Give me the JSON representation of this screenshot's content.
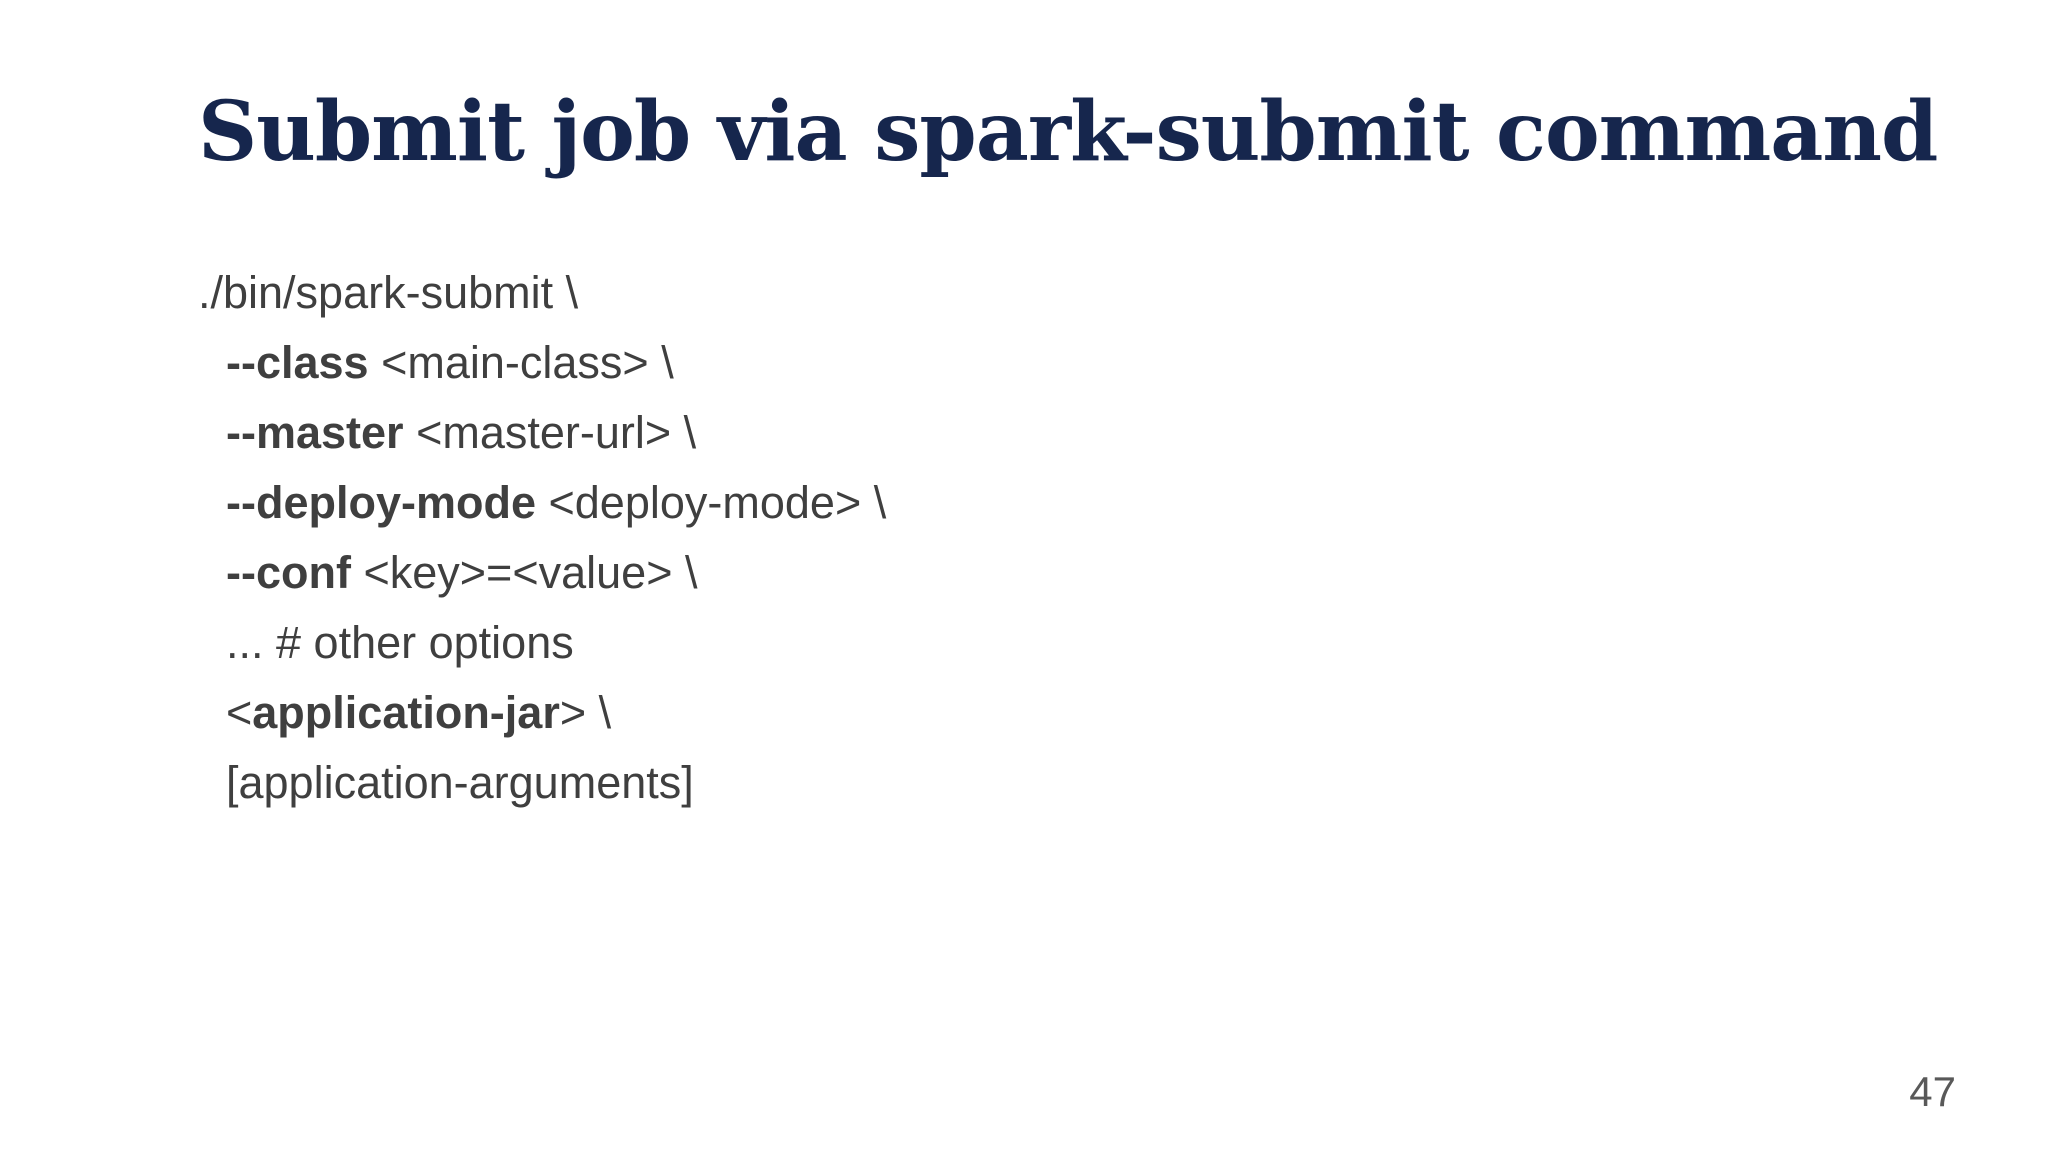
{
  "slide": {
    "title": "Submit job via spark-submit command",
    "page_number": "47",
    "colors": {
      "background": "#ffffff",
      "title": "#16264d",
      "body_text": "#3f3f3f",
      "page_number": "#595959"
    },
    "code_lines": [
      {
        "indent": false,
        "segments": [
          {
            "text": "./bin/spark-submit \\",
            "bold": false
          }
        ]
      },
      {
        "indent": true,
        "segments": [
          {
            "text": "--class",
            "bold": true
          },
          {
            "text": " <main-class> \\",
            "bold": false
          }
        ]
      },
      {
        "indent": true,
        "segments": [
          {
            "text": "--master",
            "bold": true
          },
          {
            "text": " <master-url> \\",
            "bold": false
          }
        ]
      },
      {
        "indent": true,
        "segments": [
          {
            "text": "--deploy-mode",
            "bold": true
          },
          {
            "text": " <deploy-mode> \\",
            "bold": false
          }
        ]
      },
      {
        "indent": true,
        "segments": [
          {
            "text": "--conf",
            "bold": true
          },
          {
            "text": " <key>=<value> \\",
            "bold": false
          }
        ]
      },
      {
        "indent": true,
        "segments": [
          {
            "text": "... # other options",
            "bold": false
          }
        ]
      },
      {
        "indent": true,
        "segments": [
          {
            "text": "<",
            "bold": false
          },
          {
            "text": "application-jar",
            "bold": true
          },
          {
            "text": "> \\",
            "bold": false
          }
        ]
      },
      {
        "indent": true,
        "segments": [
          {
            "text": "[application-arguments]",
            "bold": false
          }
        ]
      }
    ]
  }
}
